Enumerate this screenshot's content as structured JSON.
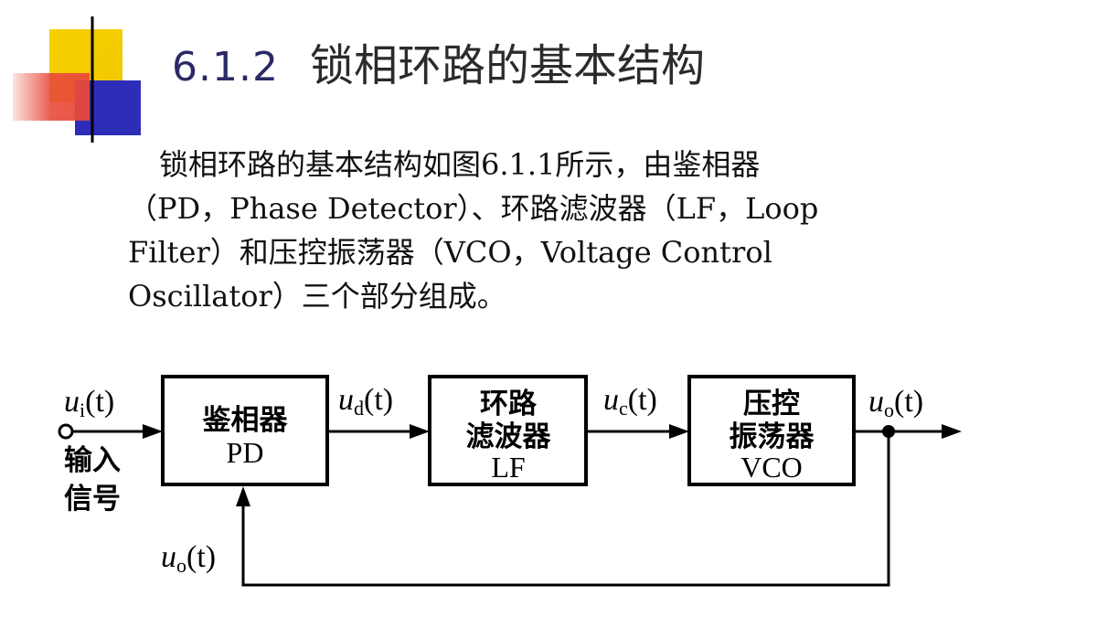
{
  "slide": {
    "section_number": "6.1.2",
    "title": "锁相环路的基本结构",
    "paragraph_lines": [
      "锁相环路的基本结构如图6.1.1所示，由鉴相器",
      "（PD，Phase Detector）、环路滤波器（LF，Loop",
      "Filter）和压控振荡器（VCO，Voltage Control",
      "Oscillator）三个部分组成。"
    ]
  },
  "diagram": {
    "blocks": [
      {
        "cn_lines": [
          "鉴相器"
        ],
        "en": "PD"
      },
      {
        "cn_lines": [
          "环路",
          "滤波器"
        ],
        "en": "LF"
      },
      {
        "cn_lines": [
          "压控",
          "振荡器"
        ],
        "en": "VCO"
      }
    ],
    "signals": {
      "input": {
        "var": "u",
        "sub": "i",
        "arg": "(t)"
      },
      "pd_out": {
        "var": "u",
        "sub": "d",
        "arg": "(t)"
      },
      "lf_out": {
        "var": "u",
        "sub": "c",
        "arg": "(t)"
      },
      "vco_out": {
        "var": "u",
        "sub": "o",
        "arg": "(t)"
      },
      "feedback": {
        "var": "u",
        "sub": "o",
        "arg": "(t)"
      }
    },
    "input_label_lines": [
      "输入",
      "信号"
    ]
  },
  "colors": {
    "deco_yellow": "#f5d000",
    "deco_red": "#e84a3a",
    "deco_blue": "#2d2db8",
    "title_number": "#2a2a66"
  }
}
